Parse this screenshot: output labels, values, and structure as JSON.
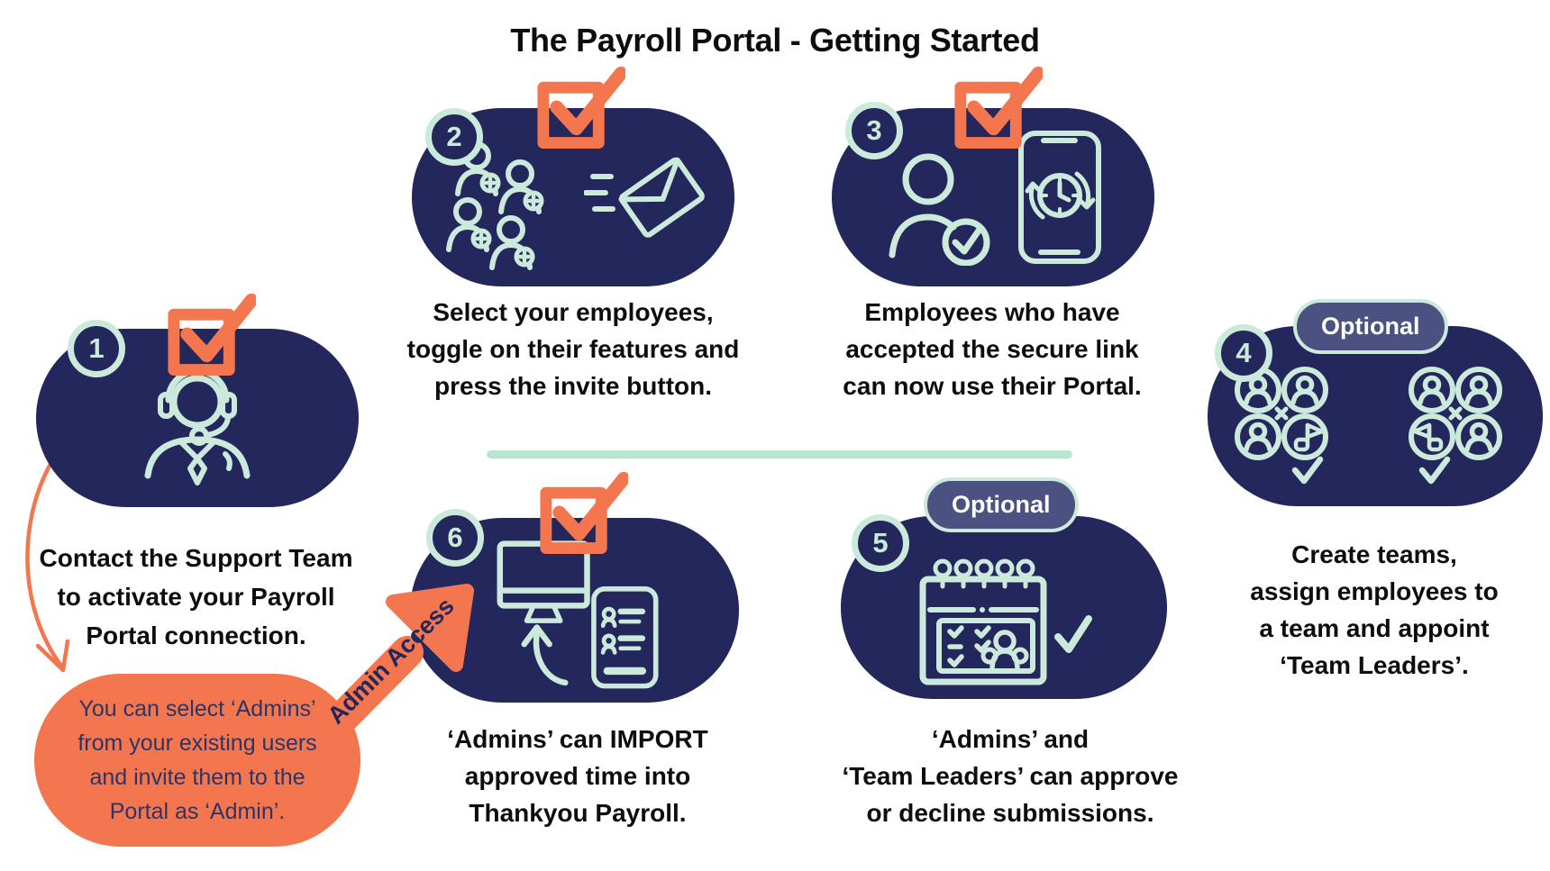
{
  "title": "The Payroll Portal - Getting Started",
  "badges": {
    "optional": "Optional"
  },
  "admin_arrow": {
    "label": "Admin Access"
  },
  "admin_note": {
    "lines": [
      "You can select ‘Admins’",
      "from your existing users",
      "and invite them to the",
      "Portal as ‘Admin’."
    ]
  },
  "steps": [
    {
      "number": "1",
      "icon": "support-agent",
      "caption_lines": [
        "Contact the Support Team",
        "to activate your Payroll",
        "Portal connection."
      ]
    },
    {
      "number": "2",
      "icon": "select-employees-invite",
      "caption_lines": [
        "Select your employees,",
        "toggle on their features and",
        "press the invite button."
      ]
    },
    {
      "number": "3",
      "icon": "employee-accepted-phone-time",
      "caption_lines": [
        "Employees who have",
        "accepted the secure link",
        "can now use their Portal."
      ]
    },
    {
      "number": "4",
      "icon": "teams-leaders",
      "optional": true,
      "caption_lines": [
        "Create teams,",
        "assign employees to",
        "a team and appoint",
        "‘Team Leaders’."
      ]
    },
    {
      "number": "5",
      "icon": "calendar-approvals",
      "optional": true,
      "caption_lines": [
        "‘Admins’ and",
        "‘Team Leaders’ can approve",
        "or decline submissions."
      ]
    },
    {
      "number": "6",
      "icon": "import-desktop-phone",
      "caption_lines": [
        "‘Admins’ can IMPORT",
        "approved time into",
        "Thankyou Payroll."
      ]
    }
  ],
  "colors": {
    "navy": "#23275b",
    "mint": "#cbeadb",
    "divider": "#b9e6d0",
    "orange": "#f4764e",
    "badge": "#4b5180",
    "badge_text": "#ffffff",
    "caption_text": "#0d0d0d",
    "note_text": "#2d3468"
  }
}
